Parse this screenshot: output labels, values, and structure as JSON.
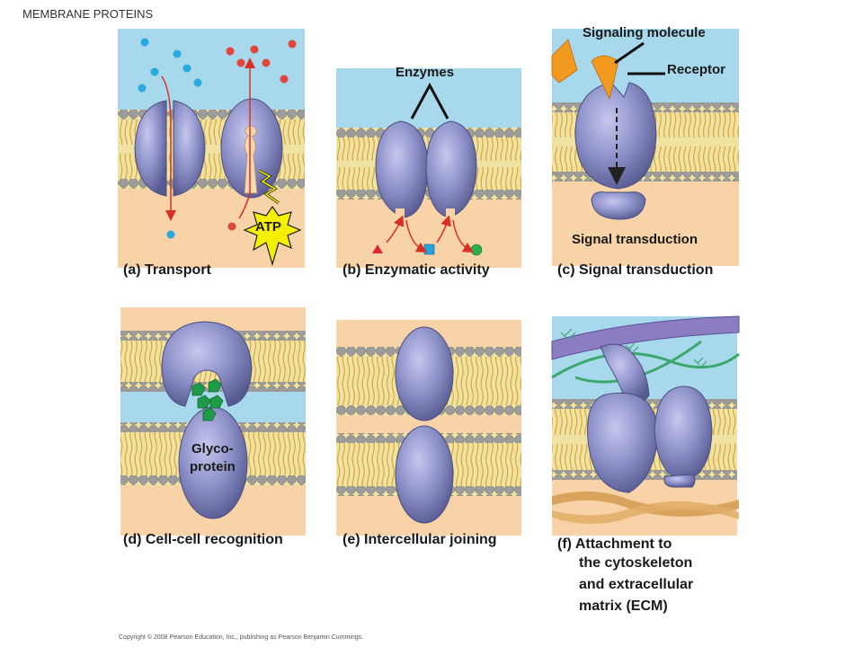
{
  "header": {
    "title": "MEMBRANE PROTEINS"
  },
  "panels": {
    "a": {
      "caption": "(a) Transport",
      "atp_label": "ATP"
    },
    "b": {
      "caption": "(b) Enzymatic activity",
      "enzymes_label": "Enzymes"
    },
    "c": {
      "caption": "(c) Signal transduction",
      "signaling_molecule_label": "Signaling molecule",
      "receptor_label": "Receptor",
      "signal_transduction_label": "Signal transduction"
    },
    "d": {
      "caption": "(d) Cell-cell recognition",
      "glyco_line1": "Glyco-",
      "glyco_line2": "protein"
    },
    "e": {
      "caption": "(e) Intercellular joining"
    },
    "f": {
      "caption_line1": "(f) Attachment to",
      "caption_line2": "the cytoskeleton",
      "caption_line3": "and extracellular",
      "caption_line4": "matrix (ECM)"
    }
  },
  "footer": {
    "copyright": "Copyright © 2008 Pearson Education, Inc., publishing as Pearson Benjamin Cummings."
  },
  "colors": {
    "extracellular": "#a8d8ec",
    "cytoplasm": "#f8d3a8",
    "protein": "#8a8ec6",
    "protein_dark": "#5a5e9e",
    "lipid_head": "#9a9a9a",
    "lipid_tail": "#e6c46a",
    "arrow_red": "#d93025",
    "atp_yellow": "#f4f000",
    "signal_orange": "#f29a1f",
    "ecm_green": "#3aa86b",
    "cytoskeleton": "#c79a5a"
  }
}
